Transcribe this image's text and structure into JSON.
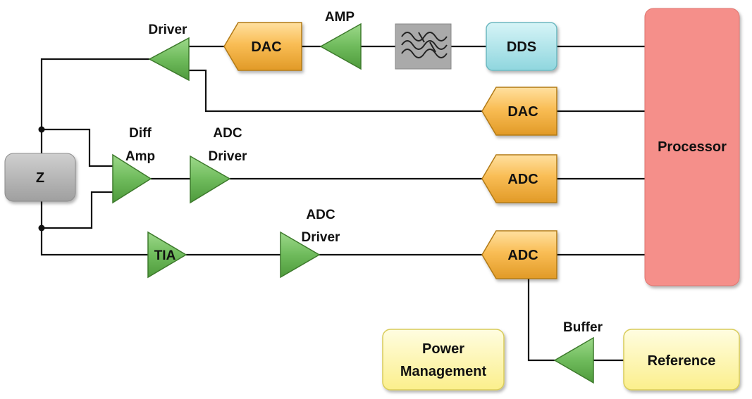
{
  "labels": {
    "driver": "Driver",
    "amp": "AMP",
    "diff_amp_line1": "Diff",
    "diff_amp_line2": "Amp",
    "adc_driver_1_line1": "ADC",
    "adc_driver_1_line2": "Driver",
    "adc_driver_2_line1": "ADC",
    "adc_driver_2_line2": "Driver",
    "buffer": "Buffer",
    "tia": "TIA"
  },
  "blocks": {
    "dac_top": "DAC",
    "dds": "DDS",
    "dac_mid": "DAC",
    "adc_mid": "ADC",
    "adc_bottom": "ADC",
    "processor": "Processor",
    "z": "Z",
    "power_line1": "Power",
    "power_line2": "Management",
    "reference": "Reference"
  },
  "icons": {
    "filter": "low-pass-filter-icon",
    "amplifier": "triangle-amplifier-icon"
  },
  "colors": {
    "amplifier": "#7dc46a",
    "converter": "#f7b84b",
    "dds": "#a9e3ea",
    "processor": "#f58f8a",
    "z": "#b5b5b5",
    "filter": "#aaaaaa",
    "power_reference": "#fff5a6"
  }
}
